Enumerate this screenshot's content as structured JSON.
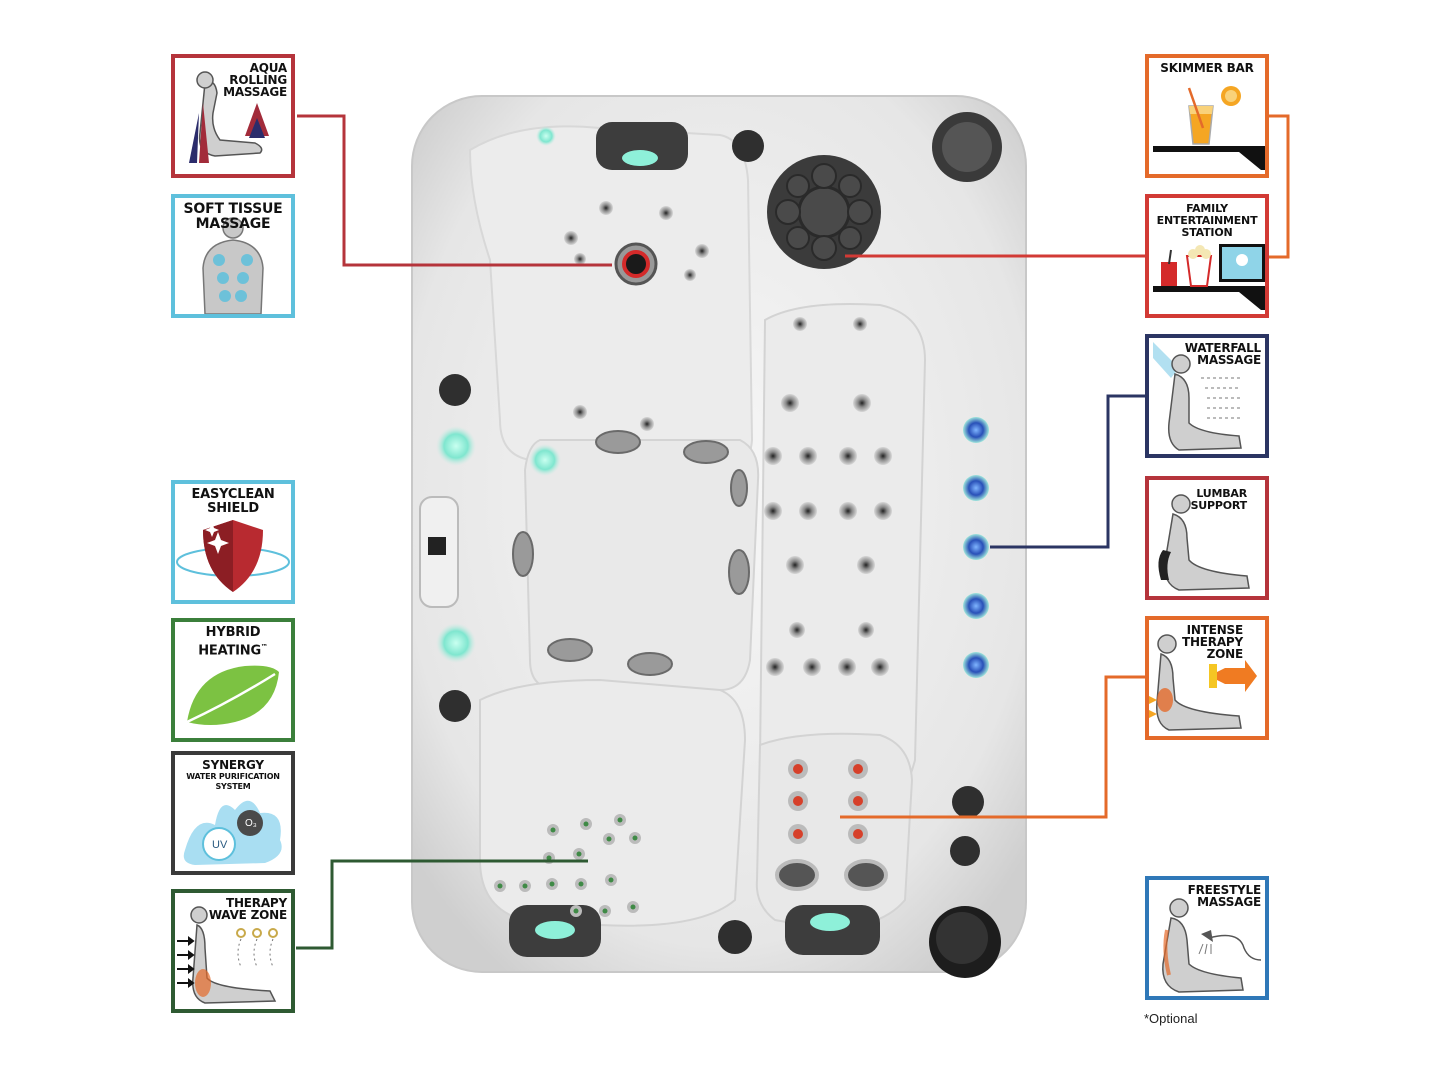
{
  "features": {
    "aqua_rolling": {
      "label": "AQUA\nROLLING\nMASSAGE",
      "color": "#b5343b"
    },
    "soft_tissue": {
      "label": "SOFT TISSUE\nMASSAGE",
      "color": "#5ec0dc"
    },
    "easyclean": {
      "label": "EASYCLEAN\nSHIELD",
      "color": "#5ec0dc"
    },
    "hybrid_heating": {
      "label": "HYBRID\nHEATING",
      "trademark": "™",
      "color": "#3b7f3b"
    },
    "synergy": {
      "title": "SYNERGY",
      "subtitle": "WATER PURIFICATION\nSYSTEM",
      "uv": "UV",
      "ozone": "O₃",
      "color": "#3a3a3a"
    },
    "therapy_wave": {
      "label": "THERAPY\nWAVE ZONE",
      "color": "#2e5a32"
    },
    "skimmer_bar": {
      "label": "SKIMMER BAR",
      "color": "#e46a2a"
    },
    "family_entertainment": {
      "label": "FAMILY\nENTERTAINMENT\nSTATION",
      "color": "#d23a35"
    },
    "waterfall": {
      "label": "WATERFALL\nMASSAGE",
      "color": "#2b3563"
    },
    "lumbar": {
      "label": "LUMBAR\nSUPPORT",
      "color": "#b5343b"
    },
    "intense_therapy": {
      "label": "INTENSE\nTHERAPY\nZONE",
      "color": "#e46a2a"
    },
    "freestyle": {
      "label": "FREESTYLE\nMASSAGE",
      "color": "#2f78b8"
    }
  },
  "footnote": "*Optional"
}
